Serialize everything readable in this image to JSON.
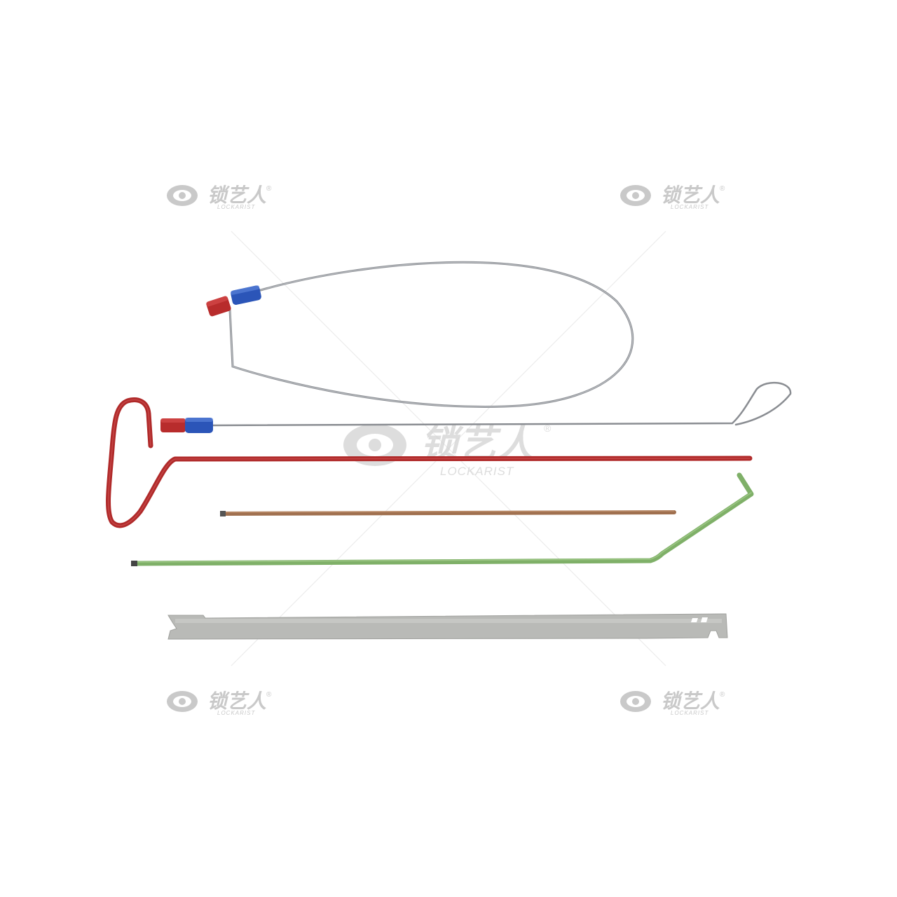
{
  "watermark": {
    "brand_cn": "锁艺人",
    "brand_en": "LOCKARIST",
    "registered_mark": "®",
    "color": "#c9c9c9"
  },
  "colors": {
    "background": "#ffffff",
    "wire": "#8a8d92",
    "red_rod": "#b02a2a",
    "copper_rod": "#a0704f",
    "green_rod": "#7fb068",
    "slim_jim": "#b9bab7",
    "cap_red": "#b82c2c",
    "cap_blue": "#2b55b8"
  },
  "objects": [
    "wire-loop-tool",
    "wire-reach-tool",
    "red-t-handle-rod",
    "copper-rod",
    "green-bent-rod",
    "slim-jim-blade"
  ]
}
